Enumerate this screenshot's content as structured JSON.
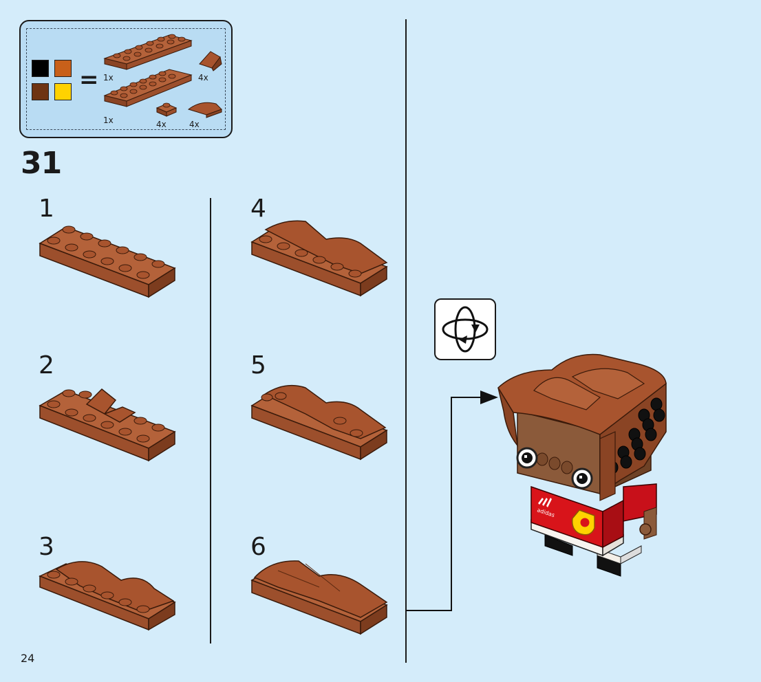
{
  "parts_list": {
    "items": [
      {
        "qty": "1x",
        "part": "plate 2x6"
      },
      {
        "qty": "4x",
        "part": "slope"
      },
      {
        "qty": "1x",
        "part": "plate 2x8"
      },
      {
        "qty": "4x",
        "part": "plate 1x1"
      },
      {
        "qty": "4x",
        "part": "curved slope"
      }
    ],
    "equals": "=",
    "swatch_colors": [
      "#000000",
      "#c8601a",
      "#6e3413",
      "#ffd200"
    ],
    "brick_color": "#a8542e"
  },
  "step": {
    "number": "31",
    "substeps": [
      "1",
      "2",
      "3",
      "4",
      "5",
      "6"
    ]
  },
  "rotate_icon": "rotate-model-icon",
  "page": {
    "number": "24"
  },
  "jersey": {
    "brand_text": "adidas"
  }
}
